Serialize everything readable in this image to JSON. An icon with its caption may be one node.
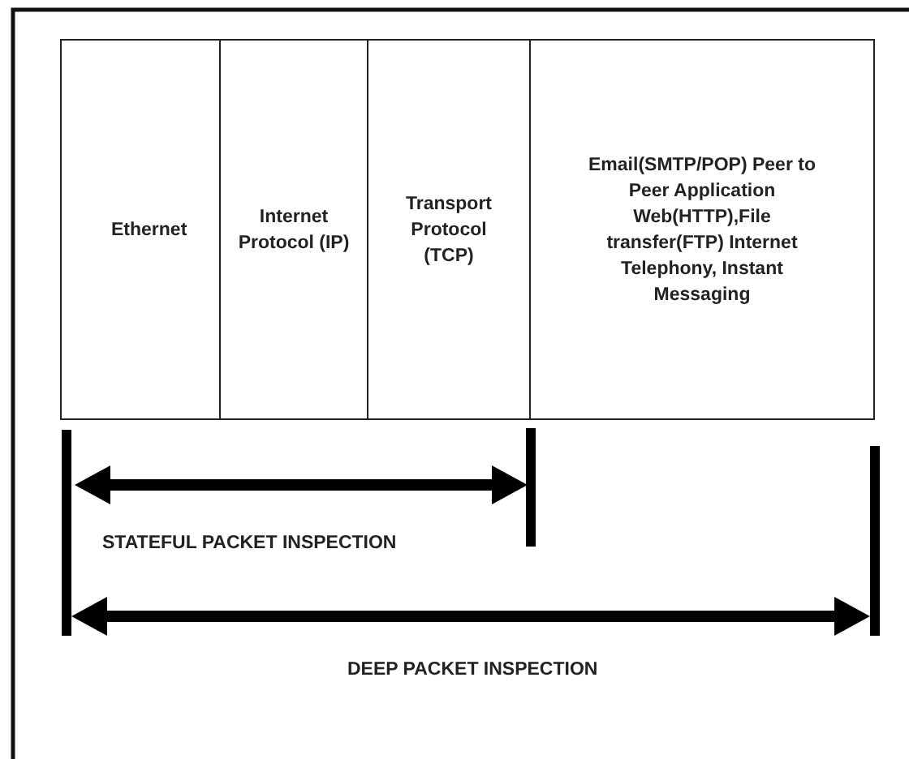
{
  "diagram": {
    "nodes": [
      {
        "text": [
          "Ethernet"
        ]
      },
      {
        "text": [
          "Internet Protocol (IP)"
        ]
      },
      {
        "text": [
          "Transport Protocol (TCP)"
        ]
      },
      {
        "text": [
          "Email(SMTP/POP) Peer to Peer Application Web(HTTP),File transfer(FTP) Internet Telephony, Instant Messaging"
        ]
      }
    ],
    "labels": [
      "STATEFUL PACKET INSPECTION",
      "DEEP PACKET INSPECTION"
    ]
  }
}
